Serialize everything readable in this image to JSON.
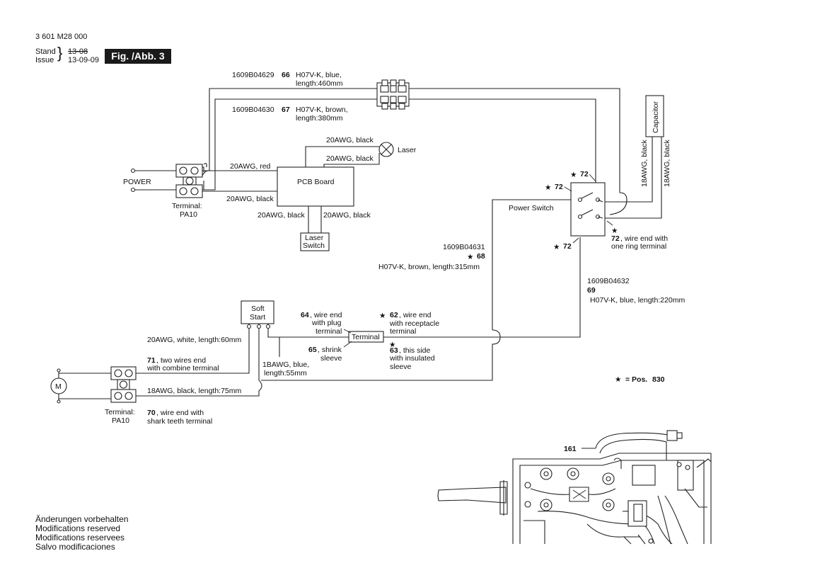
{
  "header": {
    "part_number": "3 601 M28 000",
    "stand_label": "Stand",
    "issue_label": "Issue",
    "old_date": "13-08",
    "new_date": "13-09-09",
    "fig_label": "Fig. /Abb. 3"
  },
  "wires": {
    "w66_part": "1609B04629",
    "w66_num": "66",
    "w66_desc1": "H07V-K, blue,",
    "w66_desc2": "length:460mm",
    "w67_part": "1609B04630",
    "w67_num": "67",
    "w67_desc1": "H07V-K, brown,",
    "w67_desc2": "length:380mm",
    "laser_w1": "20AWG, black",
    "laser_w2": "20AWG, black",
    "red": "20AWG, red",
    "black_pcb": "20AWG, black",
    "switch_w1": "20AWG, black",
    "switch_w2": "20AWG, black",
    "cap_w1": "18AWG, black",
    "cap_w2": "18AWG, black",
    "w68_part": "1609B04631",
    "w68_num": "68",
    "w68_desc": "H07V-K, brown, length:315mm",
    "w69_part": "1609B04632",
    "w69_num": "69",
    "w69_desc": "H07V-K, blue, length:220mm",
    "white": "20AWG, white, length:60mm",
    "blue_short1": "1BAWG, blue,",
    "blue_short2": "length:55mm",
    "black_motor": "18AWG, black, length:75mm"
  },
  "components": {
    "power": "POWER",
    "terminal_top1": "Terminal:",
    "terminal_top2": "PA10",
    "pcb": "PCB Board",
    "laser": "Laser",
    "laser_switch1": "Laser",
    "laser_switch2": "Switch",
    "capacitor": "Capacitor",
    "power_switch": "Power Switch",
    "soft_start1": "Soft",
    "soft_start2": "Start",
    "terminal_mid": "Terminal",
    "motor": "M",
    "terminal_bot1": "Terminal:",
    "terminal_bot2": "PA10"
  },
  "callouts": {
    "c72a": "72",
    "c72b": "72",
    "c72c": "72",
    "c72d_num": "72",
    "c72d_text1": ", wire end with",
    "c72d_text2": "one ring terminal",
    "c64_num": "64",
    "c64_text1": ", wire end",
    "c64_text2": "with plug",
    "c64_text3": "terminal",
    "c62_num": "62",
    "c62_text1": ", wire end",
    "c62_text2": "with receptacle",
    "c62_text3": "terminal",
    "c65_num": "65",
    "c65_text1": ", shrink",
    "c65_text2": "sleeve",
    "c63_num": "63",
    "c63_text1": ", this side",
    "c63_text2": "with insulated",
    "c63_text3": "sleeve",
    "c71_num": "71",
    "c71_text1": ", two wires end",
    "c71_text2": "with combine terminal",
    "c70_num": "70",
    "c70_text1": ", wire end with",
    "c70_text2": "shark teeth terminal",
    "legend_prefix": "= Pos.",
    "legend_num": "830",
    "c161": "161"
  },
  "footer": [
    "Änderungen vorbehalten",
    "Modifications reserved",
    "Modifications reservees",
    "Salvo modificaciones"
  ]
}
